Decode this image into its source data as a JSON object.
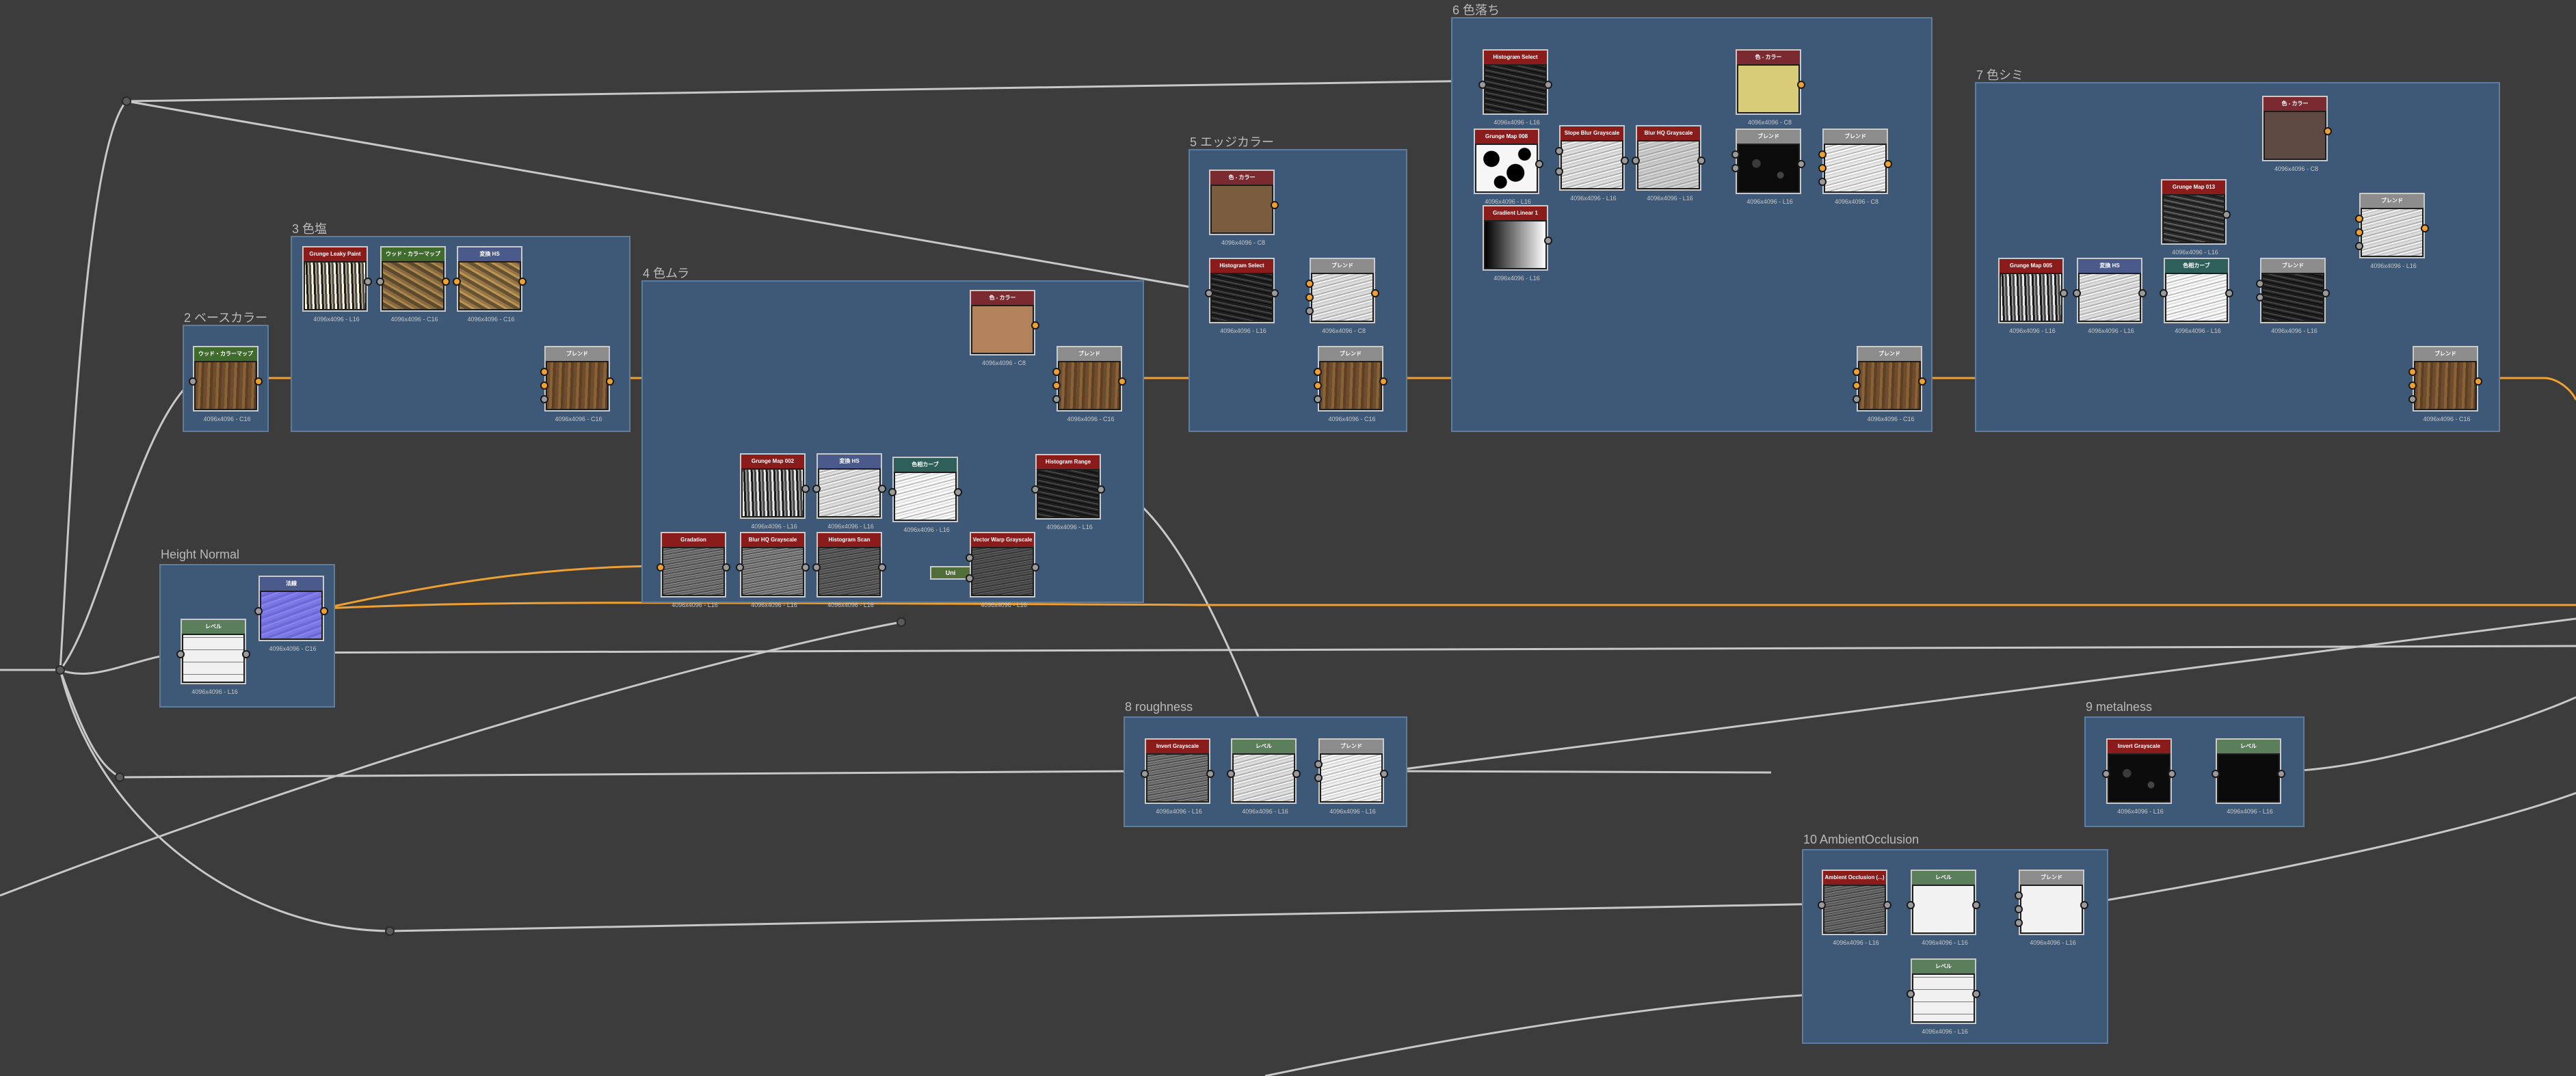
{
  "frames": {
    "f2": "2 ベースカラー",
    "f3": "3 色塩",
    "f4": "4 色ムラ",
    "f5": "5 エッジカラー",
    "f6": "6 色落ち",
    "f7": "7 色シミ",
    "fh": "Height Normal",
    "f8": "8 roughness",
    "f9": "9 metalness",
    "f10": "10 AmbientOcclusion"
  },
  "nodes": {
    "base_uniform": {
      "title": "ウッド・カラーマップ",
      "foot": "4096x4096 - C16"
    },
    "grunge_leaky": {
      "title": "Grunge Leaky Paint",
      "foot": "4096x4096 - L16"
    },
    "dirt_map": {
      "title": "ウッド・カラーマップ",
      "foot": "4096x4096 - C16"
    },
    "blend3a": {
      "title": "変換 HS",
      "foot": "4096x4096 - C16"
    },
    "blend3": {
      "title": "ブレンド",
      "foot": "4096x4096 - C16"
    },
    "color4": {
      "title": "色 - カラー",
      "foot": "4096x4096 - C8"
    },
    "blend4": {
      "title": "ブレンド",
      "foot": "4096x4096 - C16"
    },
    "grunge_map_002": {
      "title": "Grunge Map 002",
      "foot": "4096x4096 - L16"
    },
    "dir_blur": {
      "title": "変換 HS",
      "foot": "4096x4096 - L16"
    },
    "curve4": {
      "title": "色相カーブ",
      "foot": "4096x4096 - L16"
    },
    "histogram_range": {
      "title": "Histogram Range",
      "foot": "4096x4096 - L16"
    },
    "gradient_node": {
      "title": "Gradation",
      "foot": "4096x4096 - L16"
    },
    "blur_hq": {
      "title": "Blur HQ Grayscale",
      "foot": "4096x4096 - L16"
    },
    "histogram_scan": {
      "title": "Histogram Scan",
      "foot": "4096x4096 - L16"
    },
    "vector_warp": {
      "title": "Vector Warp Grayscale",
      "foot": "4096x4096 - L16"
    },
    "edge_color": {
      "title": "色 - カラー",
      "foot": "4096x4096 - C8"
    },
    "edge_select": {
      "title": "Histogram Select",
      "foot": "4096x4096 - L16"
    },
    "edge_blend1": {
      "title": "ブレンド",
      "foot": "4096x4096 - C8"
    },
    "edge_blend2": {
      "title": "ブレンド",
      "foot": "4096x4096 - C16"
    },
    "hist_select6": {
      "title": "Histogram Select",
      "foot": "4096x4096 - L16"
    },
    "grunge_008": {
      "title": "Grunge Map 008",
      "foot": "4096x4096 - L16"
    },
    "slope_blur": {
      "title": "Slope Blur Grayscale",
      "foot": "4096x4096 - L16"
    },
    "blur_hq6": {
      "title": "Blur HQ Grayscale",
      "foot": "4096x4096 - L16"
    },
    "gradient_linear": {
      "title": "Gradient Linear 1",
      "foot": "4096x4096 - L16"
    },
    "color6": {
      "title": "色 - カラー",
      "foot": "4096x4096 - C8"
    },
    "blend6a": {
      "title": "ブレンド",
      "foot": "4096x4096 - L16"
    },
    "blend6b": {
      "title": "ブレンド",
      "foot": "4096x4096 - C8"
    },
    "blend6c": {
      "title": "ブレンド",
      "foot": "4096x4096 - C16"
    },
    "color7": {
      "title": "色 - カラー",
      "foot": "4096x4096 - C8"
    },
    "grunge_013": {
      "title": "Grunge Map 013",
      "foot": "4096x4096 - L16"
    },
    "blend7a": {
      "title": "ブレンド",
      "foot": "4096x4096 - L16"
    },
    "grunge_005": {
      "title": "Grunge Map 005",
      "foot": "4096x4096 - L16"
    },
    "transform7": {
      "title": "変換 HS",
      "foot": "4096x4096 - L16"
    },
    "curve7": {
      "title": "色相カーブ",
      "foot": "4096x4096 - L16"
    },
    "blend7b": {
      "title": "ブレンド",
      "foot": "4096x4096 - L16"
    },
    "blend7c": {
      "title": "ブレンド",
      "foot": "4096x4096 - C16"
    },
    "normal": {
      "title": "法線",
      "foot": "4096x4096 - C16"
    },
    "height_level": {
      "title": "レベル",
      "foot": "4096x4096 - L16"
    },
    "rough_invert": {
      "title": "Invert Grayscale",
      "foot": "4096x4096 - L16"
    },
    "rough_level": {
      "title": "レベル",
      "foot": "4096x4096 - L16"
    },
    "rough_blend": {
      "title": "ブレンド",
      "foot": "4096x4096 - L16"
    },
    "metal_invert": {
      "title": "Invert Grayscale",
      "foot": "4096x4096 - L16"
    },
    "metal_level": {
      "title": "レベル",
      "foot": "4096x4096 - L16"
    },
    "ao_node": {
      "title": "Ambient Occlusion (...)",
      "foot": "4096x4096 - L16"
    },
    "ao_level": {
      "title": "レベル",
      "foot": "4096x4096 - L16"
    },
    "ao_blend": {
      "title": "ブレンド",
      "foot": "4096x4096 - L16"
    },
    "ao_level2": {
      "title": "レベル",
      "foot": "4096x4096 - L16"
    }
  },
  "small": {
    "uni": "Uni"
  },
  "colors": {
    "frame": "#3e5977",
    "wire_color": "#f0a030",
    "wire_gray": "#c8c8c8",
    "head_red": "#8b1c1c",
    "head_green": "#3f6b2c",
    "head_blue": "#4a5a8a",
    "head_gray": "#8c8c8c",
    "head_maroon": "#7a2a30",
    "head_teal": "#2f5f5a",
    "head_levels": "#5b7f5b"
  }
}
